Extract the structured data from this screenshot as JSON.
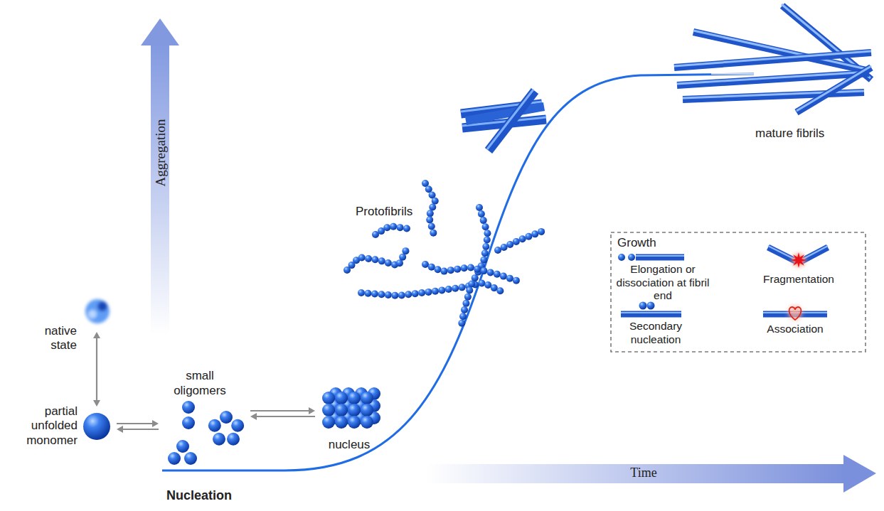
{
  "diagram": {
    "nodes": [
      {
        "text": [
          "native state"
        ]
      },
      {
        "text": [
          "partial unfolded monomer"
        ]
      },
      {
        "text": [
          "small oligomers"
        ]
      },
      {
        "text": [
          "nucleus"
        ]
      },
      {
        "text": [
          "Growth"
        ]
      }
    ],
    "edges": [
      {
        "from": 0,
        "to": 1,
        "arrow": "both"
      },
      {
        "from": 1,
        "to": 2,
        "arrow": "both"
      },
      {
        "from": 2,
        "to": 3,
        "arrow": "both"
      }
    ],
    "labels": [
      "Aggregation",
      "Protofibrils",
      "mature fibrils",
      "Time",
      "Nucleation"
    ],
    "legend": [
      {
        "text": "Elongation or dissociation at fibril end"
      },
      {
        "text": "Fragmentation"
      },
      {
        "text": "Secondary nucleation"
      },
      {
        "text": "Association"
      }
    ]
  }
}
